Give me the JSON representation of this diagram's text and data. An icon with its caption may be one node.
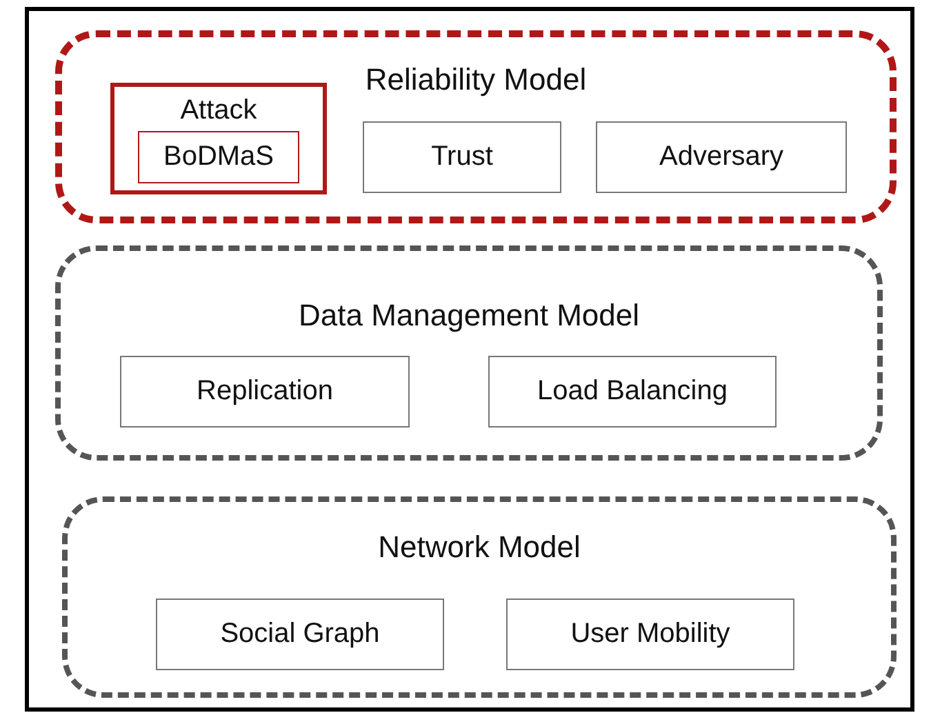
{
  "diagram": {
    "nodes": [
      {
        "text": [
          "Reliability Model"
        ]
      },
      {
        "text": [
          "Attack"
        ],
        "in": 0
      },
      {
        "text": [
          "BoDMaS"
        ],
        "in": 1
      },
      {
        "text": [
          "Trust"
        ],
        "in": 0
      },
      {
        "text": [
          "Adversary"
        ],
        "in": 0
      },
      {
        "text": [
          "Data Management Model"
        ]
      },
      {
        "text": [
          "Replication"
        ],
        "in": 5
      },
      {
        "text": [
          "Load Balancing"
        ],
        "in": 5
      },
      {
        "text": [
          "Network Model"
        ]
      },
      {
        "text": [
          "Social Graph"
        ],
        "in": 8
      },
      {
        "text": [
          "User Mobility"
        ],
        "in": 8
      }
    ],
    "edges": []
  }
}
